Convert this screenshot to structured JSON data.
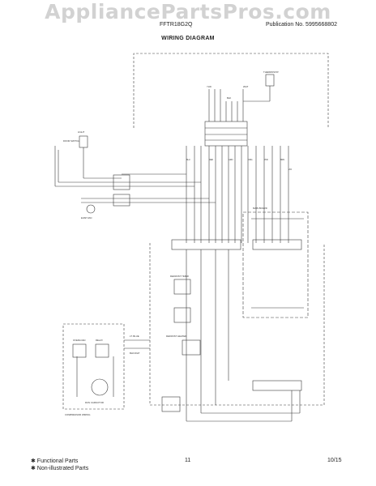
{
  "header": {
    "watermark": "AppliancePartsPros.com",
    "model": "FFTR18G2Q",
    "publication_label": "Publication No.",
    "publication_number": "5995668802"
  },
  "title": "WIRING DIAGRAM",
  "footer": {
    "functional_parts": "✱ Functional Parts",
    "non_illustrated": "✱ Non-illustrated Parts",
    "page_number": "11",
    "date": "10/15"
  },
  "diagram": {
    "colors": {
      "wire": "#3a3a3a",
      "dashed": "#555555",
      "text": "#333333"
    },
    "labels": {
      "wire_ylw": "YLW",
      "wire_blk": "BLK",
      "wire_wht": "WHT",
      "wire_blu": "BLU",
      "wire_red": "RED",
      "wire_grn": "GRN",
      "wire_org": "ORG",
      "wire_pnk": "PNK",
      "wire_brn": "BRN",
      "wire_vio": "VIO",
      "wire_lt_blue": "LT. BLUE",
      "wire_blk_wht": "BLK/WHT",
      "comp_compressor": "COMPRESSOR WIRING",
      "comp_run_cap": "RUN CAPACITOR",
      "comp_overload": "OVERLOAD",
      "comp_relay": "RELAY",
      "comp_main_board": "MAIN BOARD",
      "comp_defrost": "DEFROST HEATER",
      "comp_fan": "EVAP FAN",
      "comp_light": "LIGHT",
      "comp_switch": "DOOR SWITCH",
      "comp_thermostat": "THERMOSTAT",
      "comp_timer": "DEFROST TIMER"
    }
  }
}
